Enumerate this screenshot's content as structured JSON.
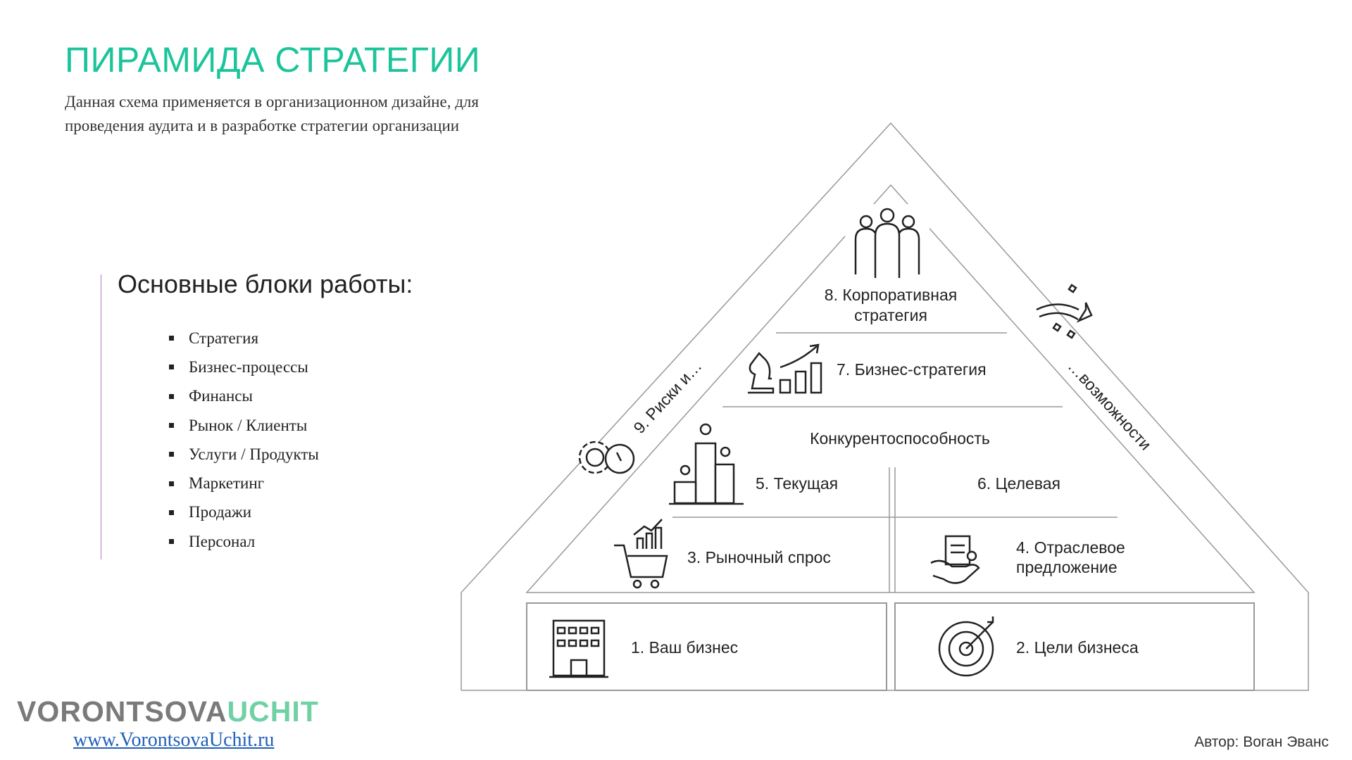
{
  "title": "ПИРАМИДА СТРАТЕГИИ",
  "description": "Данная схема применяется в организационном дизайне, для проведения аудита и в разработке стратегии организации",
  "blocks": {
    "title": "Основные блоки работы:",
    "items": [
      "Стратегия",
      "Бизнес-процессы",
      "Финансы",
      "Рынок / Клиенты",
      "Услуги / Продукты",
      "Маркетинг",
      "Продажи",
      "Персонал"
    ]
  },
  "pyramid": {
    "l8a": "8. Корпоративная",
    "l8b": "стратегия",
    "l7": "7. Бизнес-стратегия",
    "competitiveness": "Конкурентоспособность",
    "l5": "5. Текущая",
    "l6": "6. Целевая",
    "l3": "3. Рыночный спрос",
    "l4a": "4. Отраслевое",
    "l4b": "предложение",
    "l1": "1. Ваш бизнес",
    "l2": "2. Цели бизнеса",
    "l9": "9. Риски и…",
    "opportunities": "…возможности"
  },
  "logo": {
    "part1": "VORONTSOVA",
    "part2": "UCHIT",
    "url": "www.VorontsovaUchit.ru"
  },
  "author": "Автор: Воган Эванс",
  "colors": {
    "title": "#1cc49b",
    "logo_gray": "#7a7a7a",
    "logo_green": "#6fd1a4",
    "link": "#1f5fb8",
    "accent_line": "#b07bc0"
  }
}
